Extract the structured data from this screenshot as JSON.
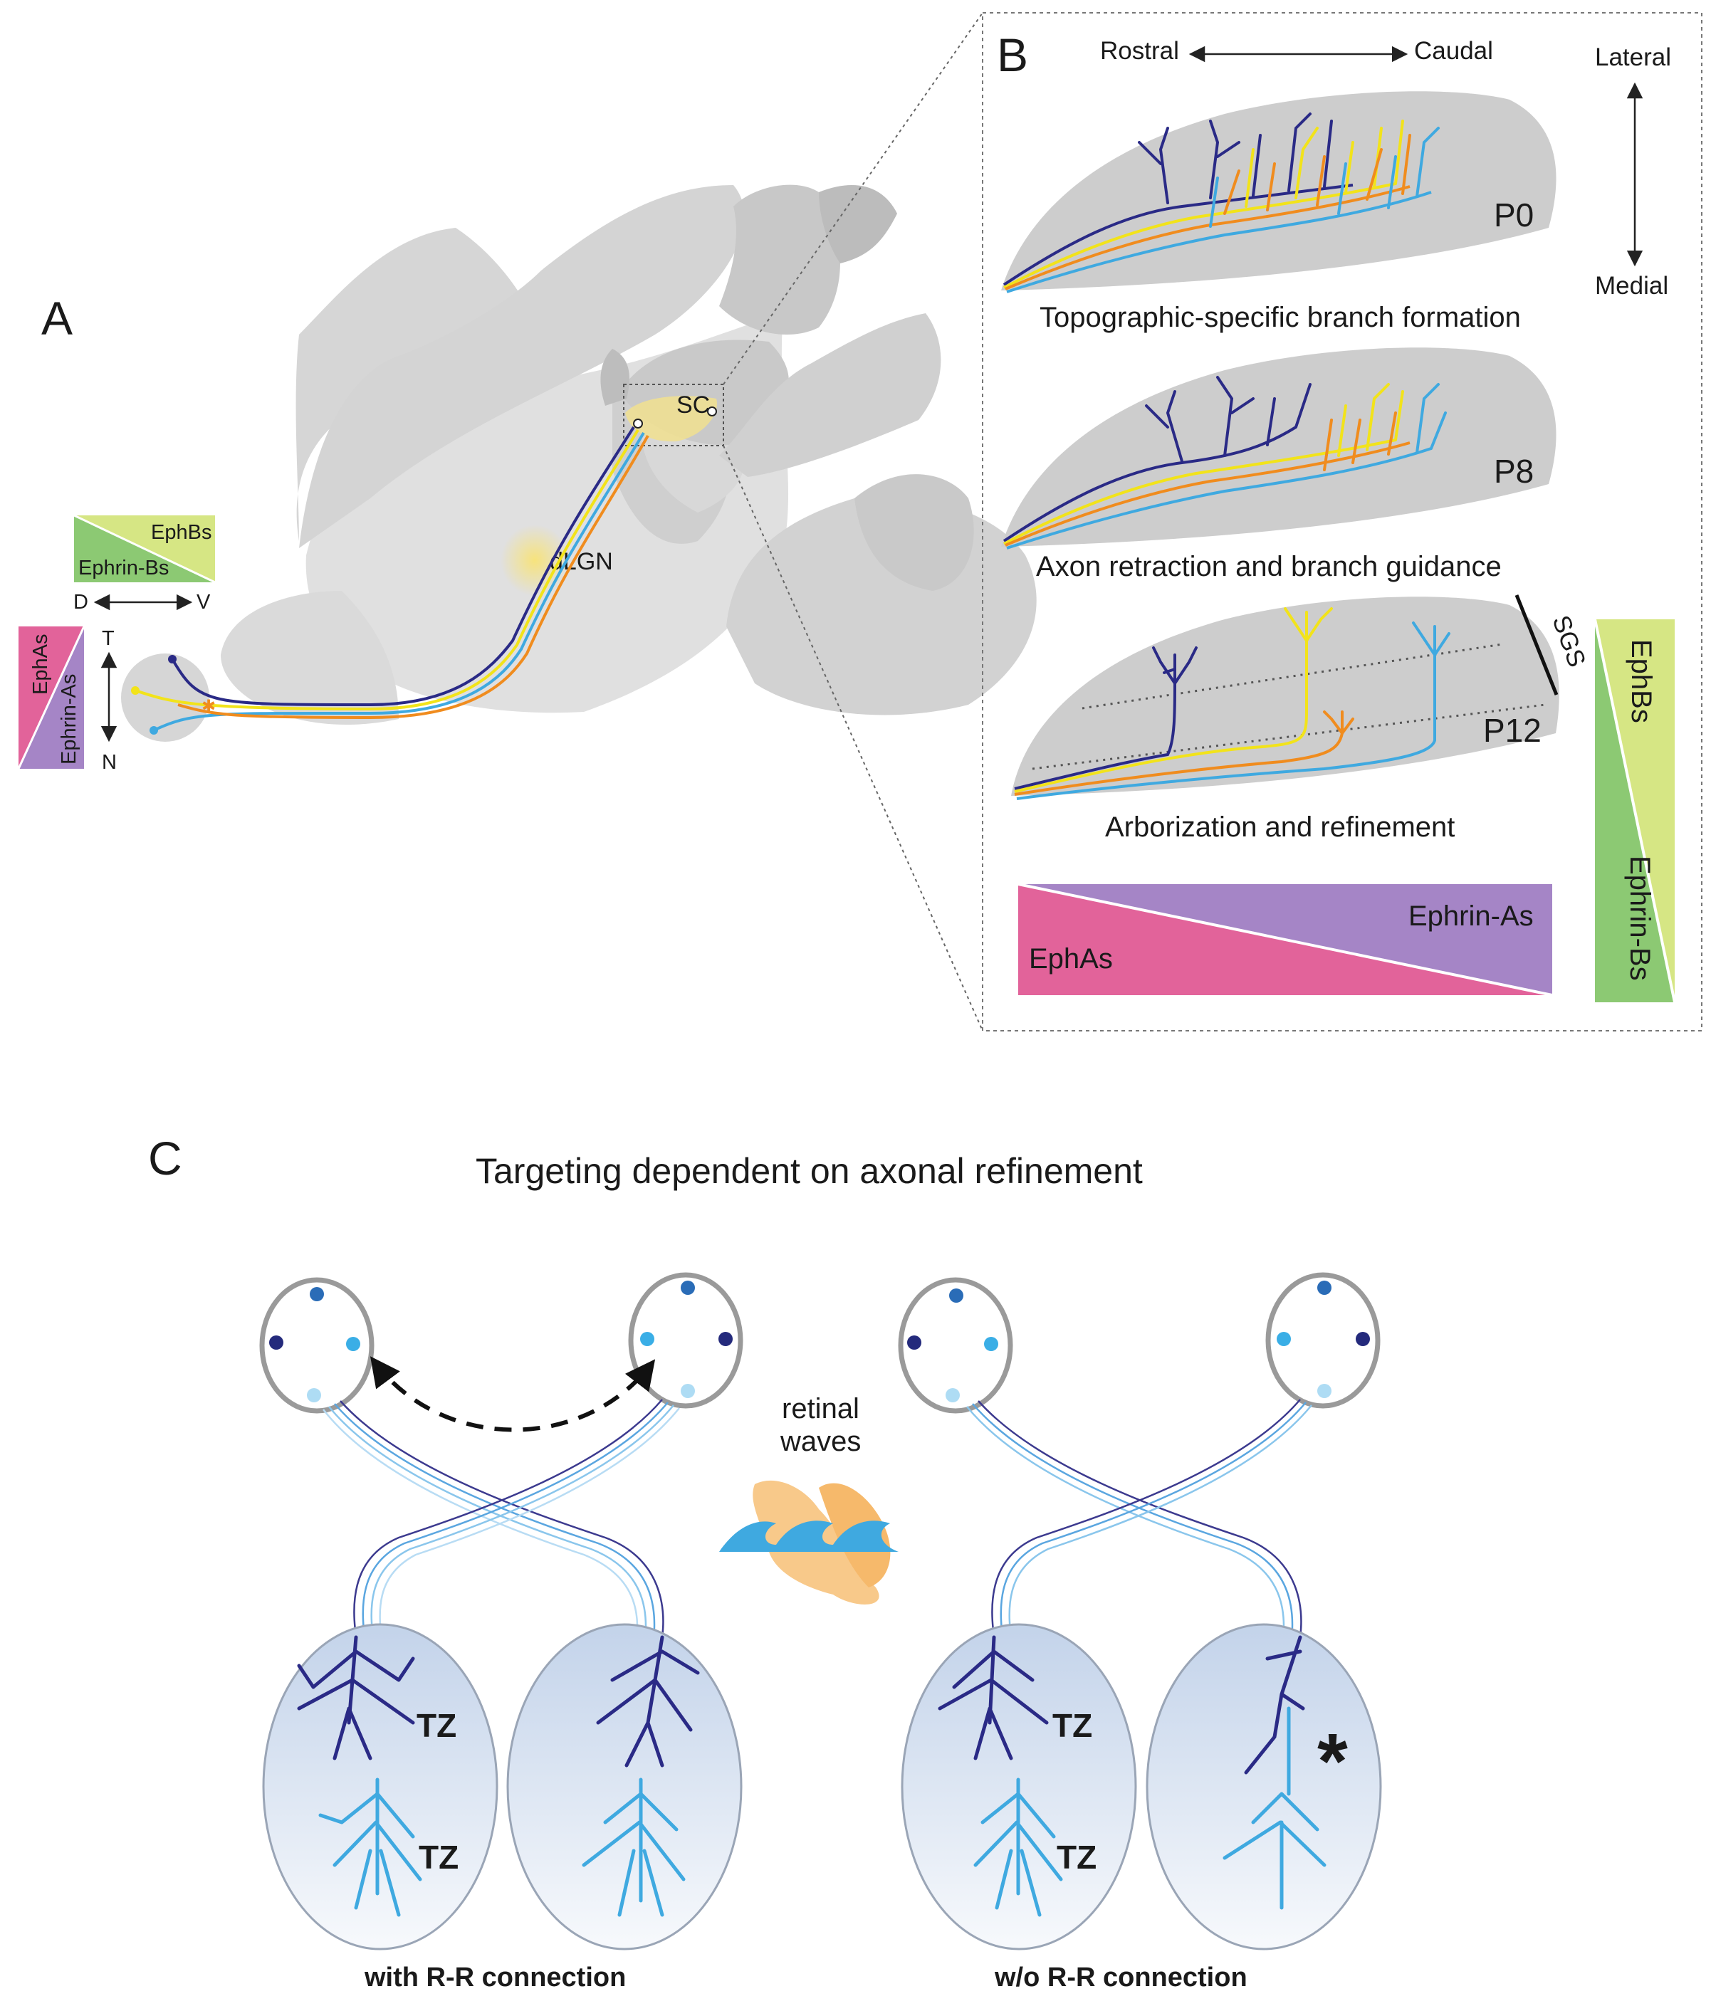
{
  "panels": {
    "a": {
      "letter": "A",
      "labels": {
        "sc": "SC",
        "dlgn": "dLGN"
      },
      "ephb_box": {
        "top": "EphBs",
        "bottom": "Ephrin-Bs"
      },
      "dv_axis": {
        "left": "D",
        "right": "V"
      },
      "epha_box": {
        "top": "EphAs",
        "bottom": "Ephrin-As"
      },
      "tn_axis": {
        "top": "T",
        "bottom": "N"
      }
    },
    "b": {
      "letter": "B",
      "axis_rc": {
        "left": "Rostral",
        "right": "Caudal"
      },
      "axis_lm": {
        "top": "Lateral",
        "bottom": "Medial"
      },
      "stages": [
        {
          "tag": "P0",
          "caption": "Topographic-specific branch formation"
        },
        {
          "tag": "P8",
          "caption": "Axon retraction and branch guidance"
        },
        {
          "tag": "P12",
          "caption": "Arborization and refinement"
        }
      ],
      "sgs": "SGS",
      "gradient_a": {
        "right": "Ephrin-As",
        "left": "EphAs"
      },
      "gradient_b": {
        "top": "EphBs",
        "bottom": "Ephrin-Bs"
      }
    },
    "c": {
      "letter": "C",
      "title": "Targeting dependent on axonal refinement",
      "waves_label_1": "retinal",
      "waves_label_2": "waves",
      "tz": "TZ",
      "asterisk": "*",
      "left_caption": "with R-R connection",
      "right_caption": "w/o R-R connection"
    }
  },
  "colors": {
    "navy": "#2a2a86",
    "yellow": "#f2e31a",
    "orange": "#f08c1e",
    "lightblue": "#3fa9e0",
    "tissue": "#cfcfcf",
    "pink": "#e2639a",
    "purple": "#a585c6",
    "green": "#8cc973",
    "lime": "#d6e684"
  }
}
